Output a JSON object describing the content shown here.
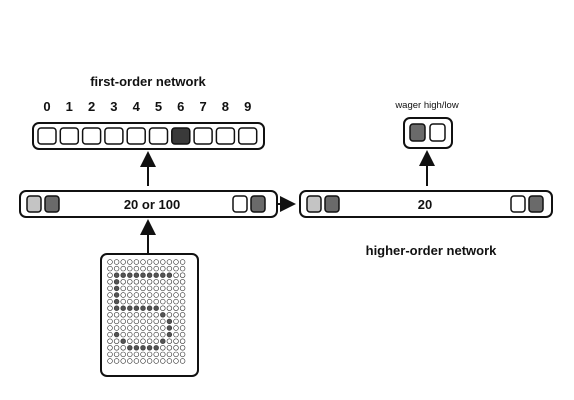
{
  "first_order": {
    "title": "first-order network",
    "digits": [
      "0",
      "1",
      "2",
      "3",
      "4",
      "5",
      "6",
      "7",
      "8",
      "9"
    ],
    "active_output_index": 6,
    "hidden_label": "20 or 100"
  },
  "higher_order": {
    "title": "higher-order network",
    "hidden_label": "20",
    "wager_label": "wager high/low"
  },
  "input_grid": {
    "cols": 12,
    "rows": 16,
    "description_digit": "5"
  },
  "colors": {
    "stroke": "#111111",
    "dark_unit": "#3a3a3a",
    "mid_unit": "#6a6a6a",
    "light_unit": "#c4c4c4",
    "empty_unit": "#ffffff",
    "grid_on": "#555555",
    "grid_off": "#ffffff"
  }
}
